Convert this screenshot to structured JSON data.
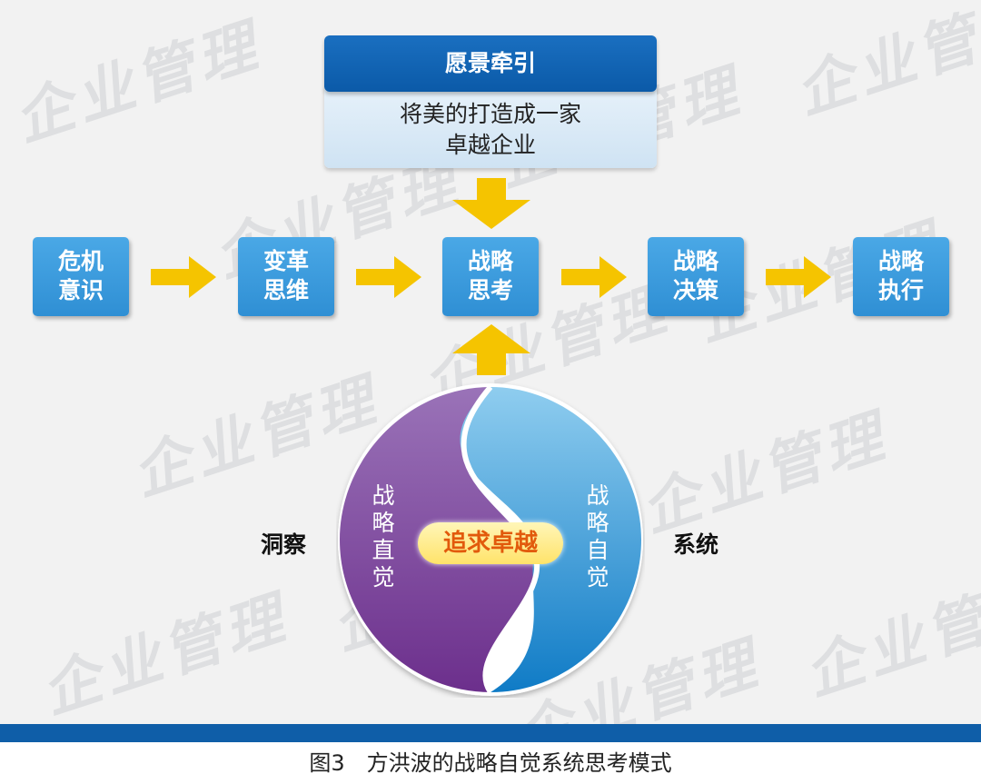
{
  "watermark_text": "企业管理",
  "vision": {
    "title": "愿景牵引",
    "lines": [
      "将美的打造成一家",
      "卓越企业"
    ]
  },
  "process": [
    {
      "lines": [
        "危机",
        "意识"
      ]
    },
    {
      "lines": [
        "变革",
        "思维"
      ]
    },
    {
      "lines": [
        "战略",
        "思考"
      ]
    },
    {
      "lines": [
        "战略",
        "决策"
      ]
    },
    {
      "lines": [
        "战略",
        "执行"
      ]
    }
  ],
  "core": {
    "left_text": "战略直觉",
    "right_text": "战略自觉",
    "center_badge": "追求卓越",
    "left_label": "洞察",
    "right_label": "系统"
  },
  "caption": "图3　方洪波的战略自觉系统思考模式",
  "colors": {
    "vision_header": "#0b5aa8",
    "process_box": "#3a9ce0",
    "arrow": "#f5c400",
    "yin_purple": "#7a3c96",
    "yang_blue": "#1a8ad3",
    "badge_text": "#e25a0c",
    "bottom_bar": "#0f5ea8"
  }
}
